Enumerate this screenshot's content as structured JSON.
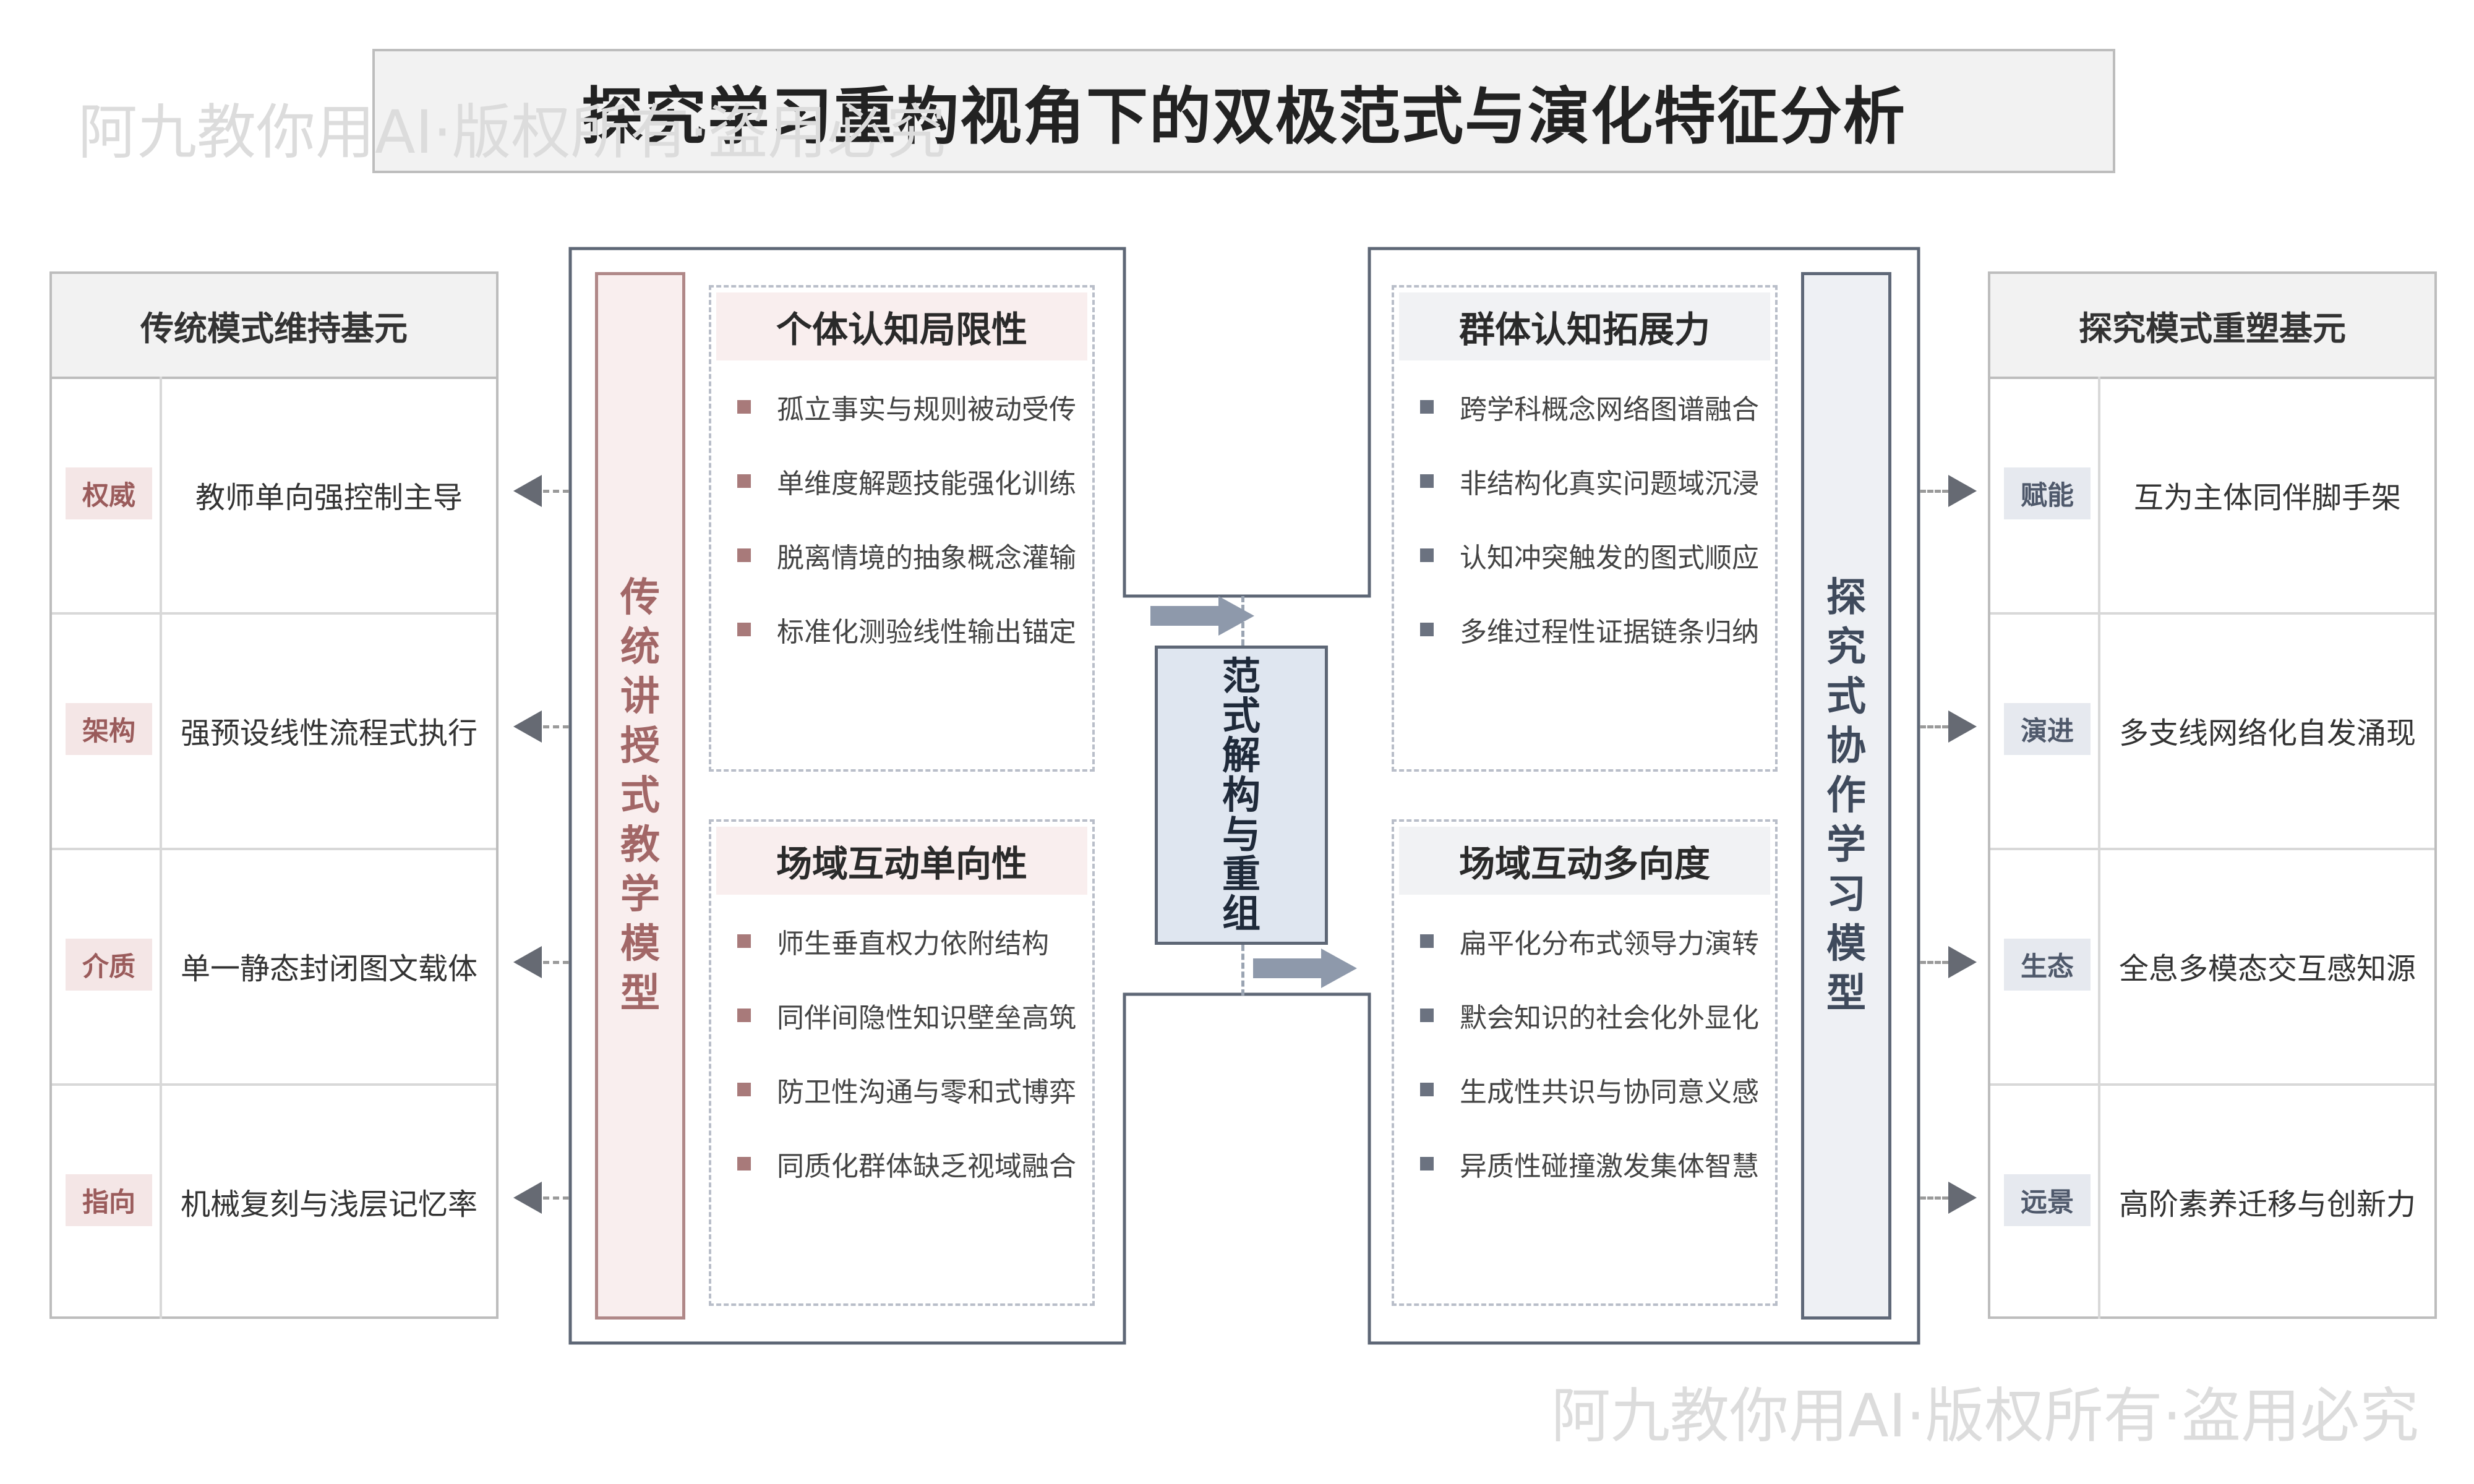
{
  "title": "探究学习重构视角下的双极范式与演化特征分析",
  "watermark": "阿九教你用AI·版权所有·盗用必究",
  "left_table": {
    "header": "传统模式维持基元",
    "rows": [
      {
        "tag": "权威",
        "text": "教师单向强控制主导"
      },
      {
        "tag": "架构",
        "text": "强预设线性流程式执行"
      },
      {
        "tag": "介质",
        "text": "单一静态封闭图文载体"
      },
      {
        "tag": "指向",
        "text": "机械复刻与浅层记忆率"
      }
    ]
  },
  "right_table": {
    "header": "探究模式重塑基元",
    "rows": [
      {
        "tag": "赋能",
        "text": "互为主体同伴脚手架"
      },
      {
        "tag": "演进",
        "text": "多支线网络化自发涌现"
      },
      {
        "tag": "生态",
        "text": "全息多模态交互感知源"
      },
      {
        "tag": "远景",
        "text": "高阶素养迁移与创新力"
      }
    ]
  },
  "left_model": {
    "label_chars": [
      "传",
      "统",
      "讲",
      "授",
      "式",
      "教",
      "学",
      "模",
      "型"
    ],
    "panels": [
      {
        "title": "个体认知局限性",
        "items": [
          "孤立事实与规则被动受传",
          "单维度解题技能强化训练",
          "脱离情境的抽象概念灌输",
          "标准化测验线性输出锚定"
        ]
      },
      {
        "title": "场域互动单向性",
        "items": [
          "师生垂直权力依附结构",
          "同伴间隐性知识壁垒高筑",
          "防卫性沟通与零和式博弈",
          "同质化群体缺乏视域融合"
        ]
      }
    ]
  },
  "right_model": {
    "label_chars": [
      "探",
      "究",
      "式",
      "协",
      "作",
      "学",
      "习",
      "模",
      "型"
    ],
    "panels": [
      {
        "title": "群体认知拓展力",
        "items": [
          "跨学科概念网络图谱融合",
          "非结构化真实问题域沉浸",
          "认知冲突触发的图式顺应",
          "多维过程性证据链条归纳"
        ]
      },
      {
        "title": "场域互动多向度",
        "items": [
          "扁平化分布式领导力演转",
          "默会知识的社会化外显化",
          "生成性共识与协同意义感",
          "异质性碰撞激发集体智慧"
        ]
      }
    ]
  },
  "center": {
    "label_chars": [
      "范",
      "式",
      "解",
      "构",
      "与",
      "重",
      "组"
    ]
  },
  "colors": {
    "warm_accent": "#a26767",
    "cool_accent": "#3f4a5c",
    "arrow": "#8e99ab",
    "frame": "#5e6776"
  }
}
